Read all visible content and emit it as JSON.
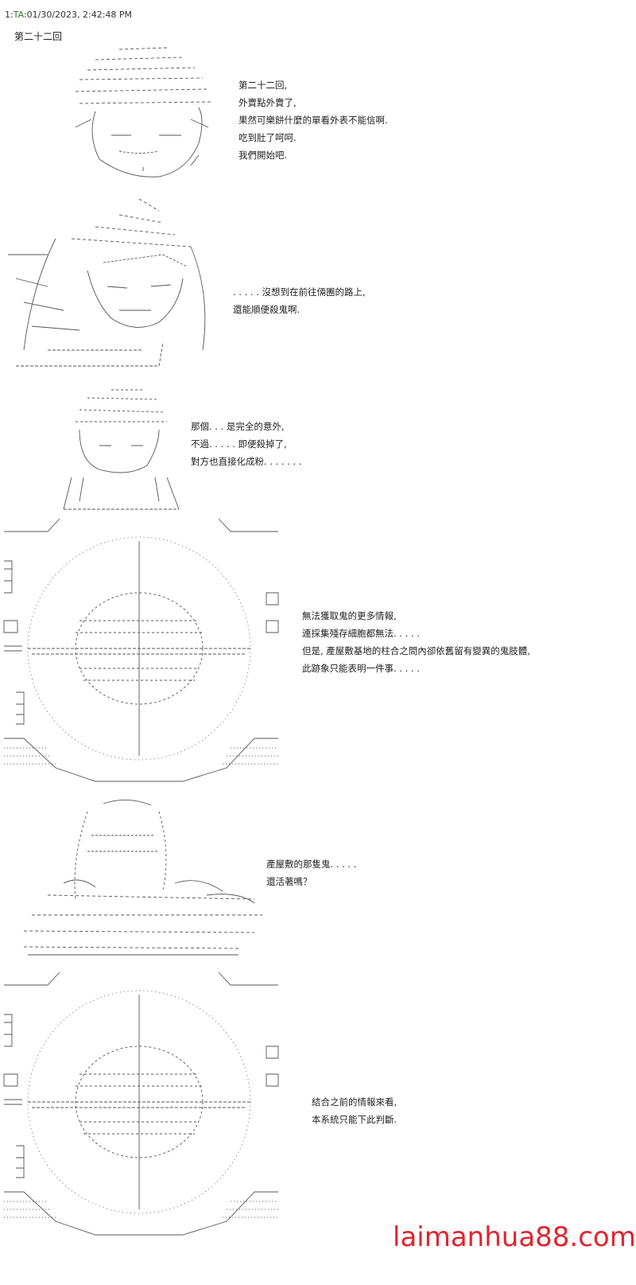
{
  "header": {
    "post_no": "1",
    "sep": ":",
    "name": "TA",
    "datetime": ":01/30/2023, 2:42:48 PM"
  },
  "title": "第二十二回",
  "panels": [
    {
      "lines": [
        "第二十二回,",
        "外賣點外賣了,",
        "果然可樂餅什麼的單看外表不能信啊.",
        "吃到肚了呵呵.",
        "我們開始吧."
      ]
    },
    {
      "lines": [
        ". . . . . 沒想到在前往倆團的路上,",
        "還能順便殺鬼啊."
      ]
    },
    {
      "lines": [
        "那個. . . 是完全的意外,",
        "不過. . . . . 即便殺掉了,",
        "對方也直接化成粉. . . . . . ."
      ]
    },
    {
      "lines": [
        "無法獲取鬼的更多情報,",
        "連採集殘存細胞都無法. . . . .",
        "但是, 產屋敷基地的柱合之間內卻依舊留有變異的鬼肢體,",
        "此跡象只能表明一件事. . . . ."
      ]
    },
    {
      "lines": [
        "產屋敷的那隻鬼. . . . .",
        "還活著嗎？"
      ]
    },
    {
      "lines": [
        "結合之前的情報來看,",
        "本系統只能下此判斷."
      ]
    }
  ],
  "watermark": "laimanhua88.com"
}
